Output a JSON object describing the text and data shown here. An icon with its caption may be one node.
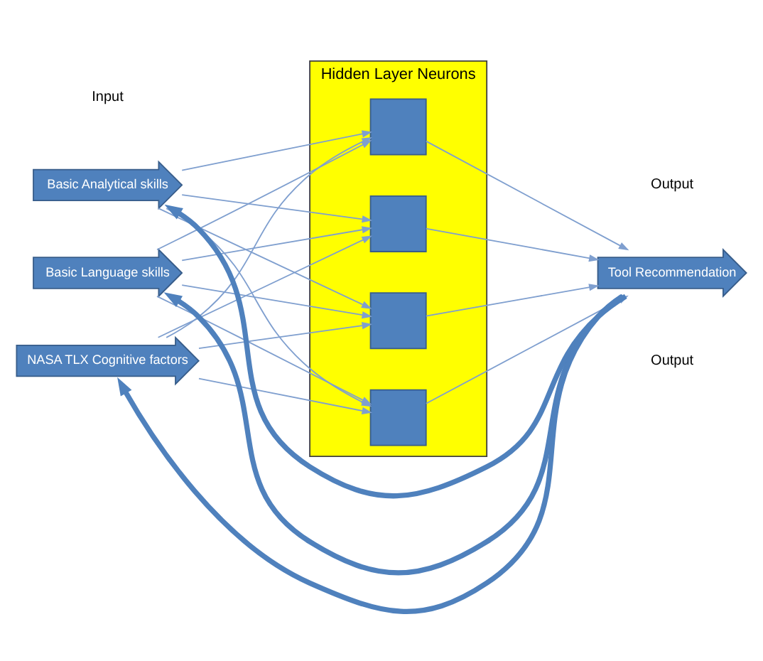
{
  "diagram": {
    "nodes": [
      {
        "text": [
          "Hidden Layer Neurons"
        ]
      },
      {
        "text": [
          "Basic Analytical skills"
        ]
      },
      {
        "text": [
          "Basic Language skills"
        ]
      },
      {
        "text": [
          "NASA TLX Cognitive factors"
        ]
      },
      {
        "text": [],
        "shape": "box",
        "in": 0
      },
      {
        "text": [],
        "shape": "box",
        "in": 0
      },
      {
        "text": [],
        "shape": "box",
        "in": 0
      },
      {
        "text": [],
        "shape": "box",
        "in": 0
      },
      {
        "text": [
          "Tool Recommendation"
        ]
      }
    ],
    "edges": [
      {
        "from": 1,
        "to": 4,
        "arrow": "to"
      },
      {
        "from": 1,
        "to": 5,
        "arrow": "to"
      },
      {
        "from": 1,
        "to": 6,
        "arrow": "to"
      },
      {
        "from": 1,
        "to": 7,
        "arrow": "to"
      },
      {
        "from": 2,
        "to": 4,
        "arrow": "to"
      },
      {
        "from": 2,
        "to": 5,
        "arrow": "to"
      },
      {
        "from": 2,
        "to": 6,
        "arrow": "to"
      },
      {
        "from": 2,
        "to": 7,
        "arrow": "to"
      },
      {
        "from": 3,
        "to": 4,
        "arrow": "to"
      },
      {
        "from": 3,
        "to": 5,
        "arrow": "to"
      },
      {
        "from": 3,
        "to": 6,
        "arrow": "to"
      },
      {
        "from": 3,
        "to": 7,
        "arrow": "to"
      },
      {
        "from": 4,
        "to": 8,
        "arrow": "to"
      },
      {
        "from": 5,
        "to": 8,
        "arrow": "to"
      },
      {
        "from": 6,
        "to": 8,
        "arrow": "to"
      },
      {
        "from": 7,
        "to": 8,
        "arrow": "to"
      },
      {
        "from": 8,
        "to": 1,
        "arrow": "to",
        "style": "thick",
        "color": "#4f81bd"
      },
      {
        "from": 8,
        "to": 2,
        "arrow": "to",
        "style": "thick",
        "color": "#4f81bd"
      },
      {
        "from": 8,
        "to": 3,
        "arrow": "to",
        "style": "thick",
        "color": "#4f81bd"
      }
    ],
    "labels": [
      "Input",
      "Output",
      "Output"
    ]
  }
}
